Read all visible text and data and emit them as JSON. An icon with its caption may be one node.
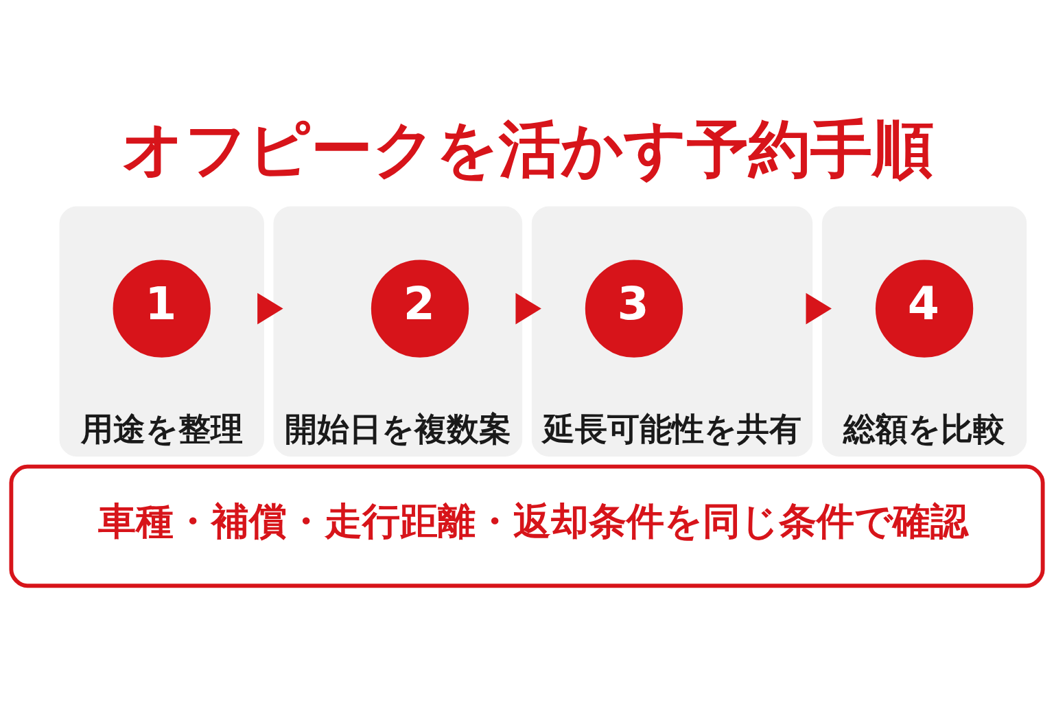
{
  "diagram": {
    "title": "オフピークを活かす予約手順",
    "nodes": [
      {
        "text": [
          "用途を整理"
        ]
      },
      {
        "text": [
          "1"
        ],
        "in": 0
      },
      {
        "text": [
          "開始日を複数案"
        ]
      },
      {
        "text": [
          "2"
        ],
        "in": 2
      },
      {
        "text": [
          "延長可能性を共有"
        ]
      },
      {
        "text": [
          "3"
        ],
        "in": 4
      },
      {
        "text": [
          "総額を比較"
        ]
      },
      {
        "text": [
          "4"
        ],
        "in": 6
      },
      {
        "text": [
          "車種・補償・走行距離・返却条件を同じ条件で確認"
        ]
      }
    ],
    "edges": [
      {
        "from": 0,
        "to": 2,
        "arrow": "to"
      },
      {
        "from": 2,
        "to": 4,
        "arrow": "to"
      },
      {
        "from": 4,
        "to": 6,
        "arrow": "to"
      }
    ]
  }
}
